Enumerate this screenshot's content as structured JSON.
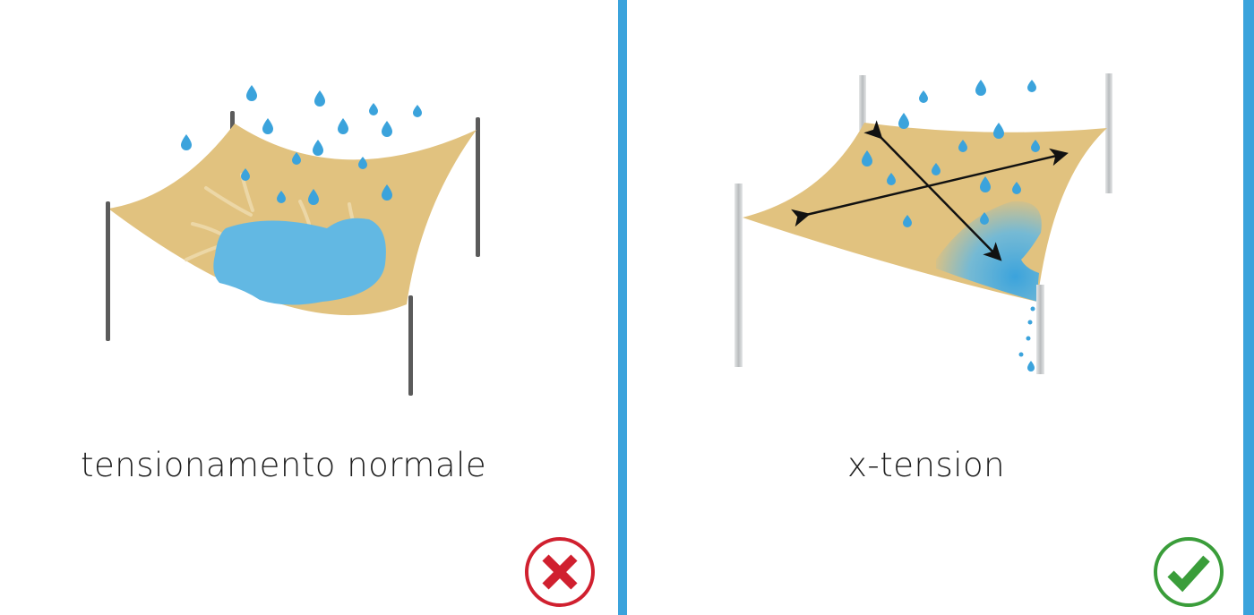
{
  "colors": {
    "divider": "#3ba3dc",
    "fabric": "#e1c27f",
    "water": "#62b8e3",
    "raindrop": "#3ba3dc",
    "pole_dark": "#5b5b5b",
    "pole_light": "#c8cbcd",
    "arrow": "#111111",
    "caption": "#1f1f1f",
    "bad": "#d0202f",
    "good": "#3a9d3a"
  },
  "left_panel": {
    "caption": "tensionamento normale",
    "illustration": "sagging-shade-sail-with-water-pool",
    "status_icon": "red-cross-circle-icon",
    "verdict": "wrong"
  },
  "right_panel": {
    "caption": "x-tension",
    "illustration": "x-tensioned-shade-sail-draining-water",
    "status_icon": "green-check-circle-icon",
    "verdict": "correct"
  }
}
